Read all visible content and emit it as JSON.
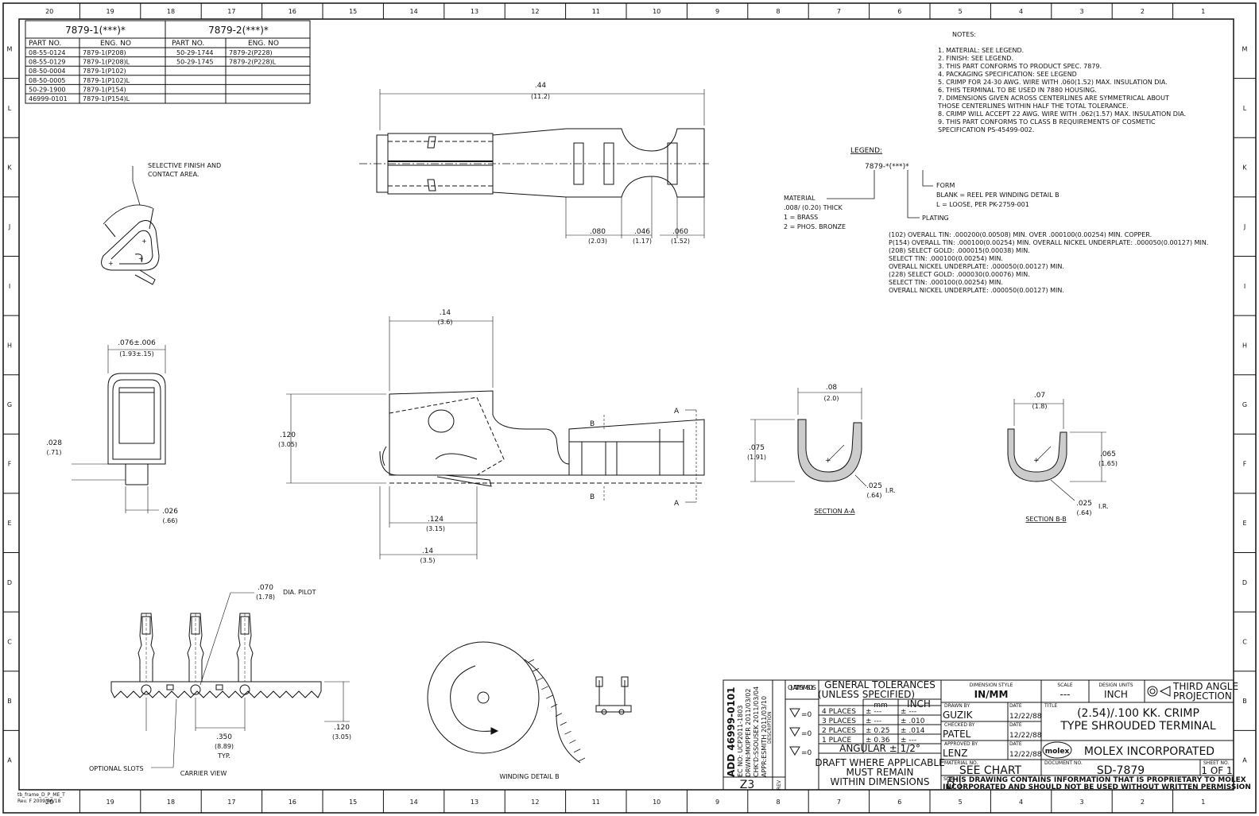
{
  "border": {
    "columns_top": [
      "20",
      "19",
      "18",
      "17",
      "16",
      "15",
      "14",
      "13",
      "12",
      "11",
      "10",
      "9",
      "8",
      "7",
      "6",
      "5",
      "4",
      "3",
      "2",
      "1"
    ],
    "rows_side": [
      "M",
      "L",
      "K",
      "J",
      "I",
      "H",
      "G",
      "F",
      "E",
      "D",
      "C",
      "B",
      "A"
    ]
  },
  "parts_table": {
    "group1_title": "7879-1(***)*",
    "group2_title": "7879-2(***)*",
    "headers": [
      "PART NO.",
      "ENG. NO",
      "PART NO.",
      "ENG. NO"
    ],
    "rows": [
      [
        "08-55-0124",
        "7879-1(P208)",
        "50-29-1744",
        "7879-2(P228)"
      ],
      [
        "08-55-0129",
        "7879-1(P208)L",
        "50-29-1745",
        "7879-2(P228)L"
      ],
      [
        "08-50-0004",
        "7879-1(P102)",
        "",
        ""
      ],
      [
        "08-50-0005",
        "7879-1(P102)L",
        "",
        ""
      ],
      [
        "50-29-1900",
        "7879-1(P154)",
        "",
        ""
      ],
      [
        "46999-0101",
        "7879-1(P154)L",
        "",
        ""
      ]
    ]
  },
  "notes": {
    "title": "NOTES:",
    "items": [
      "1.  MATERIAL: SEE LEGEND.",
      "2.  FINISH: SEE LEGEND.",
      "3.  THIS PART CONFORMS TO PRODUCT SPEC. 7879.",
      "4.  PACKAGING SPECIFICATION: SEE LEGEND",
      "5.  CRIMP FOR 24-30 AWG. WIRE WITH .060(1.52) MAX. INSULATION DIA.",
      "6.  THIS TERMINAL TO BE USED IN 7880 HOUSING.",
      "7.  DIMENSIONS GIVEN ACROSS CENTERLINES ARE SYMMETRICAL ABOUT",
      "     THOSE CENTERLINES WITHIN HALF THE TOTAL TOLERANCE.",
      "8.  CRIMP WILL ACCEPT 22 AWG. WIRE WITH .062(1.57) MAX. INSULATION DIA.",
      "9.  THIS PART CONFORMS TO CLASS B REQUIREMENTS OF COSMETIC",
      "     SPECIFICATION PS-45499-002."
    ]
  },
  "legend": {
    "title": "LEGEND:",
    "code": "7879-*(***)*",
    "form_label": "FORM",
    "form_items": [
      "BLANK = REEL PER WINDING DETAIL B",
      "L = LOOSE, PER PK-2759-001"
    ],
    "plating_label": "PLATING",
    "material_label": "MATERIAL",
    "material_items": [
      ".008/ (0.20) THICK",
      "1 = BRASS",
      "2 = PHOS. BRONZE"
    ],
    "plating_items": [
      "(102)     OVERALL TIN: .000200(0.00508) MIN. OVER .000100(0.00254) MIN. COPPER.",
      "P(154)    OVERALL TIN: .000100(0.00254) MIN. OVERALL NICKEL UNDERPLATE: .000050(0.00127) MIN.",
      "(208)     SELECT GOLD: .000015(0.00038) MIN.",
      "              SELECT TIN: .000100(0.00254) MIN.",
      "          OVERALL NICKEL UNDERPLATE: .000050(0.00127) MIN.",
      "(228)     SELECT GOLD: .000030(0.00076) MIN.",
      "          SELECT TIN: .000100(0.00254) MIN.",
      "          OVERALL NICKEL UNDERPLATE:  .000050(0.00127) MIN."
    ]
  },
  "views": {
    "selective_finish": [
      "SELECTIVE FINISH AND",
      "CONTACT AREA."
    ],
    "top_dims": {
      "overall": ".44",
      "overall_mm": "(11.2)",
      "d1": ".080",
      "d1_mm": "(2.03)",
      "d2": ".046",
      "d2_mm": "(1.17)",
      "d3": ".060",
      "d3_mm": "(1.52)"
    },
    "end_dims": {
      "w": ".076±.006",
      "w_mm": "(1.93±.15)",
      "t": ".028",
      "t_mm": "(.71)",
      "p": ".026",
      "p_mm": "(.66)"
    },
    "side_dims": {
      "top": ".14",
      "top_mm": "(3.6)",
      "h": ".120",
      "h_mm": "(3.05)",
      "d": ".124",
      "d_mm": "(3.15)",
      "b": ".14",
      "b_mm": "(3.5)",
      "label_a": "A",
      "label_b": "B"
    },
    "section_aa": {
      "w": ".08",
      "w_mm": "(2.0)",
      "h": ".075",
      "h_mm": "(1.91)",
      "r": ".025",
      "r_mm": "(.64)",
      "r_label": "I.R.",
      "title": "SECTION A-A"
    },
    "section_bb": {
      "w": ".07",
      "w_mm": "(1.8)",
      "h": ".065",
      "h_mm": "(1.65)",
      "r": ".025",
      "r_mm": "(.64)",
      "r_label": "I.R.",
      "title": "SECTION B-B"
    },
    "carrier": {
      "pilot": ".070",
      "pilot_mm": "(1.78)",
      "pilot_label": "DIA. PILOT",
      "pitch": ".350",
      "pitch_mm": "(8.89)",
      "pitch_typ": "TYP.",
      "h": ".120",
      "h_mm": "(3.05)",
      "slots": "OPTIONAL SLOTS",
      "title": "CARRIER VIEW"
    },
    "winding_title": "WINDING DETAIL B"
  },
  "title_block": {
    "revision_col": [
      "ADD 46999-0101",
      "EC NO: UCP2011-1803",
      "DRWN:MKIPPER  2011/03/02",
      "CHK'D:SSOUSEK  2011/03/04",
      "APPR:ESMITH   2011/03/10"
    ],
    "desc_label": "DESCRIPTION",
    "rev_label": "REV",
    "rev_value": "Z3",
    "quality": "QUALITY SYMBOLS",
    "gen_tol": "GENERAL TOLERANCES",
    "unless": "(UNLESS SPECIFIED)",
    "mm": "mm",
    "inch": "INCH",
    "places": [
      [
        "4 PLACES",
        "± ---",
        "± ---"
      ],
      [
        "3 PLACES",
        "± ---",
        "± .010"
      ],
      [
        "2 PLACES",
        "± 0.25",
        "± .014"
      ],
      [
        "1 PLACE",
        "± 0.36",
        "± ---"
      ]
    ],
    "angular": "ANGULAR  ± 1/2°",
    "draft": [
      "DRAFT WHERE APPLICABLE",
      "MUST REMAIN",
      "WITHIN DIMENSIONS"
    ],
    "dim_style_label": "DIMENSION STYLE",
    "dim_style": "IN/MM",
    "scale_label": "SCALE",
    "scale": "---",
    "units_label": "DESIGN UNITS",
    "units": "INCH",
    "projection": [
      "THIRD ANGLE",
      "PROJECTION"
    ],
    "drawn_by_label": "DRAWN BY",
    "drawn_by": "GUZIK",
    "checked_by_label": "CHECKED BY",
    "checked_by": "PATEL",
    "approved_by_label": "APPROVED BY",
    "approved_by": "LENZ",
    "date_label": "DATE",
    "date": "12/22/88",
    "title_label": "TITLE",
    "title": [
      "(2.54)/.100 KK. CRIMP",
      "TYPE SHROUDED TERMINAL"
    ],
    "logo": "molex",
    "company": "MOLEX INCORPORATED",
    "material_no_label": "MATERIAL NO.",
    "material_no": "SEE CHART",
    "document_no_label": "DOCUMENT NO.",
    "document_no": "SD-7879",
    "sheet_label": "SHEET NO.",
    "sheet": "1 OF 1",
    "size_label": "SIZE",
    "size": "D",
    "proprietary": [
      "THIS DRAWING CONTAINS INFORMATION THAT IS PROPRIETARY TO MOLEX",
      "INCORPORATED AND SHOULD NOT BE USED WITHOUT WRITTEN PERMISSION"
    ],
    "frame_ref": [
      "tb_frame_D_P_ME_T",
      "Rev. F 2009/06/18"
    ]
  }
}
